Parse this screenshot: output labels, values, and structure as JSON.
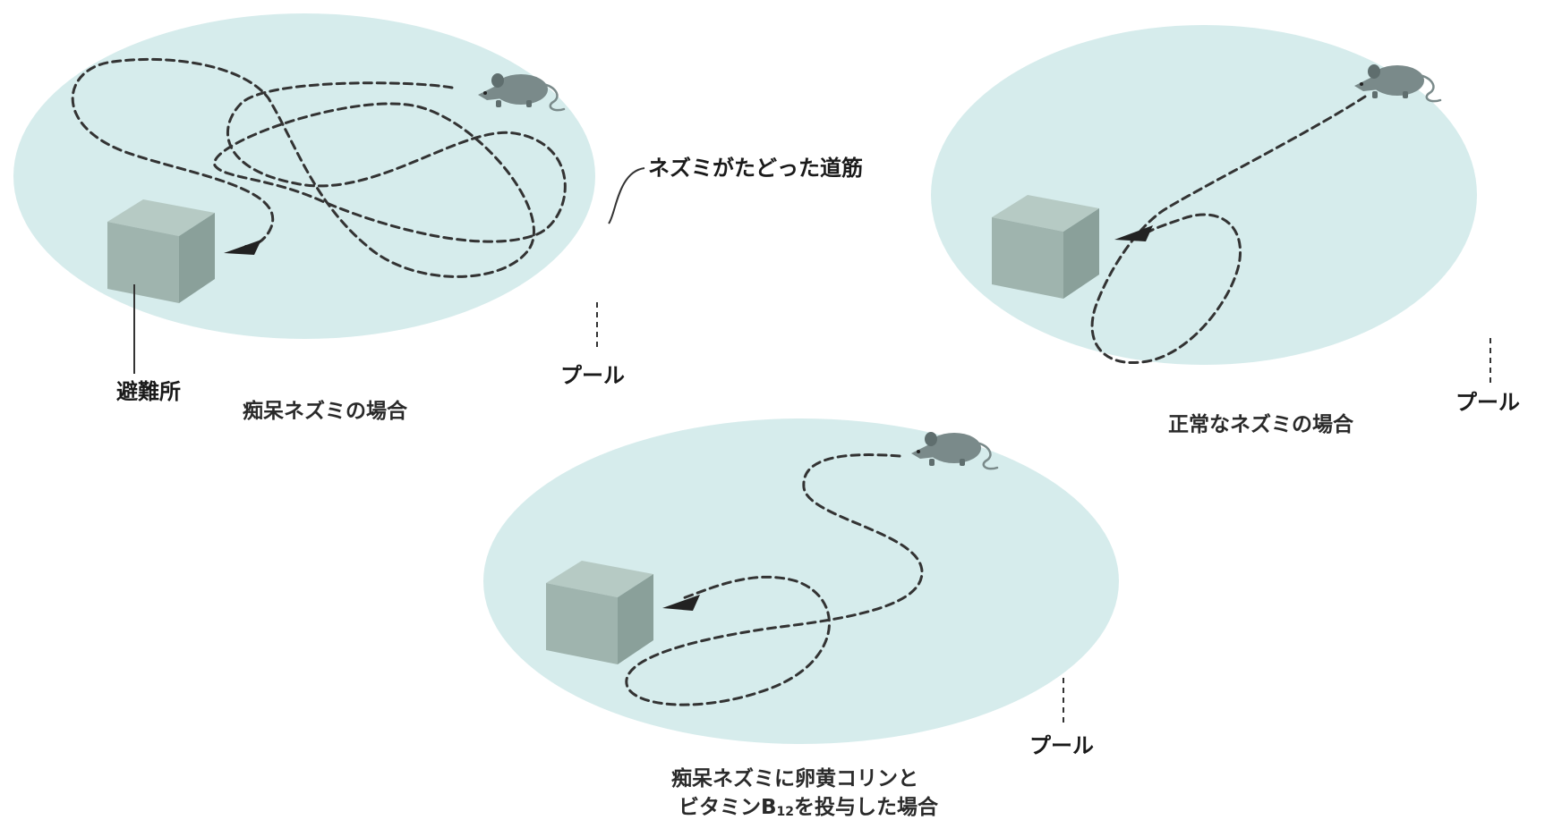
{
  "scenarios": [
    {
      "caption_lines": [
        "痴呆ネズミの場合"
      ],
      "pool_label": "プール"
    },
    {
      "caption_lines": [
        "正常なネズミの場合"
      ],
      "pool_label": "プール"
    },
    {
      "caption_lines": [
        "痴呆ネズミに卵黄コリンと",
        "ビタミンB",
        "12",
        "を投与した場合"
      ],
      "pool_label": "プール"
    }
  ],
  "annotations": {
    "path_label": "ネズミがたどった道筋",
    "shelter_label": "避難所"
  },
  "colors": {
    "pool": "#d6ecec",
    "path": "#333333",
    "rat": "#7a8a8a",
    "box_top": "#b6cac4",
    "box_front": "#9fb4ae",
    "box_side": "#8aa09a"
  }
}
